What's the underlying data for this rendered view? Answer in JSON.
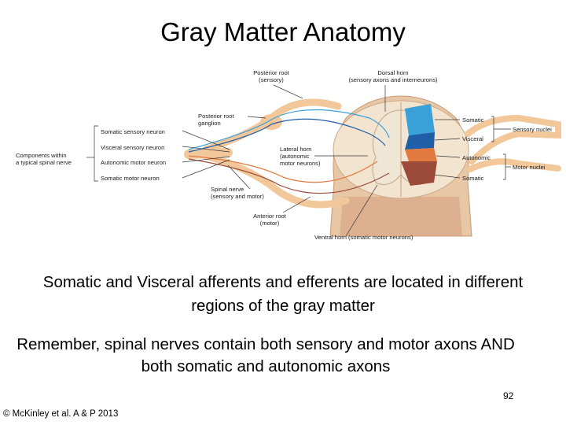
{
  "slide": {
    "title": "Gray Matter Anatomy",
    "paragraph1": "Somatic and Visceral afferents and efferents are located in different regions of the gray matter",
    "paragraph2": "Remember, spinal nerves contain both sensory and motor axons AND both somatic and autonomic axons",
    "page_number": "92",
    "credit": "© McKinley et al. A & P 2013"
  },
  "diagram": {
    "labels": {
      "posterior_root_1": "Posterior root",
      "posterior_root_2": "(sensory)",
      "dorsal_horn_1": "Dorsal horn",
      "dorsal_horn_2": "(sensory axons and interneurons)",
      "posterior_root_ganglion_1": "Posterior root",
      "posterior_root_ganglion_2": "ganglion",
      "somatic_sensory_neuron": "Somatic sensory neuron",
      "visceral_sensory_neuron": "Visceral sensory neuron",
      "autonomic_motor_neuron": "Autonomic motor neuron",
      "somatic_motor_neuron": "Somatic motor neuron",
      "components_1": "Components within",
      "components_2": "a typical spinal nerve",
      "lateral_horn_1": "Lateral horn",
      "lateral_horn_2": "(autonomic",
      "lateral_horn_3": "motor neurons)",
      "spinal_nerve_1": "Spinal nerve",
      "spinal_nerve_2": "(sensory and motor)",
      "anterior_root_1": "Anterior root",
      "anterior_root_2": "(motor)",
      "ventral_horn": "Ventral horn (somatic motor neurons)",
      "region_somatic_sensory": "Somatic",
      "region_visceral": "Visceral",
      "region_autonomic": "Autonomic",
      "region_somatic_motor": "Somatic",
      "sensory_nuclei": "Sensory nuclei",
      "motor_nuclei": "Motor nuclei"
    },
    "colors": {
      "somatic_sensory": "#3aa0d8",
      "visceral_sensory": "#1f5fa8",
      "autonomic_motor": "#e27a3f",
      "somatic_motor": "#9b4a3a",
      "nerve": "#f2c79a",
      "gray_matter": "#efe6d6"
    }
  }
}
